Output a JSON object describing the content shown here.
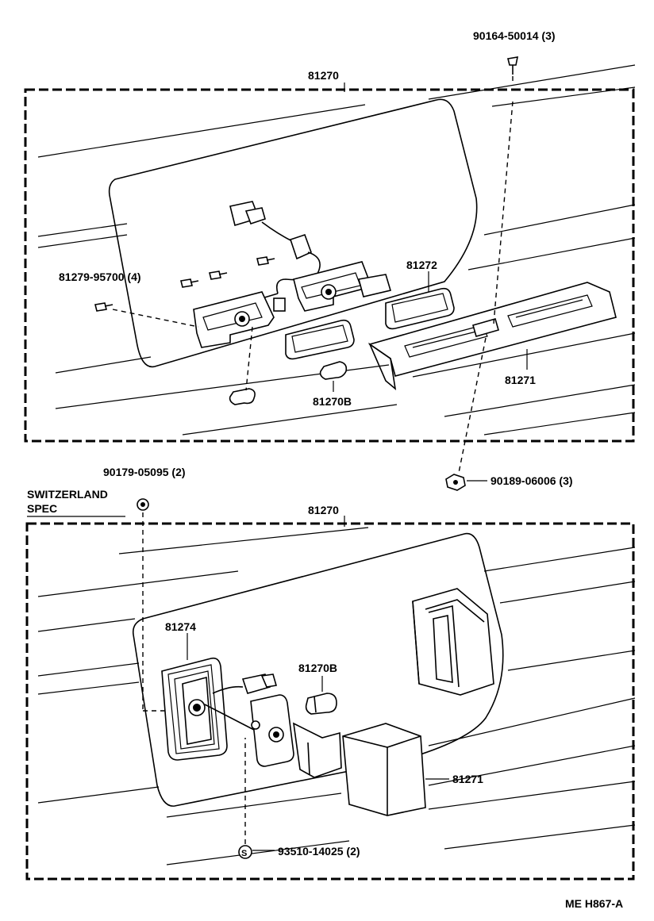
{
  "labels": {
    "top_screw": "90164-50014 (3)",
    "top_assembly": "81270",
    "top_screw_side": "81279-95700 (4)",
    "top_lens_gasket": "81272",
    "top_bulb": "81270B",
    "top_lens": "81271",
    "nut": "90189-06006 (3)",
    "bottom_clip": "90179-05095 (2)",
    "switzerland_line1": "SWITZERLAND",
    "switzerland_line2": "SPEC",
    "bottom_assembly": "81270",
    "bottom_gasket": "81274",
    "bottom_bulb": "81270B",
    "bottom_lens": "81271",
    "bottom_screw": "93510-14025 (2)",
    "screw_symbol": "S",
    "diagram_code": "ME H867-A"
  }
}
